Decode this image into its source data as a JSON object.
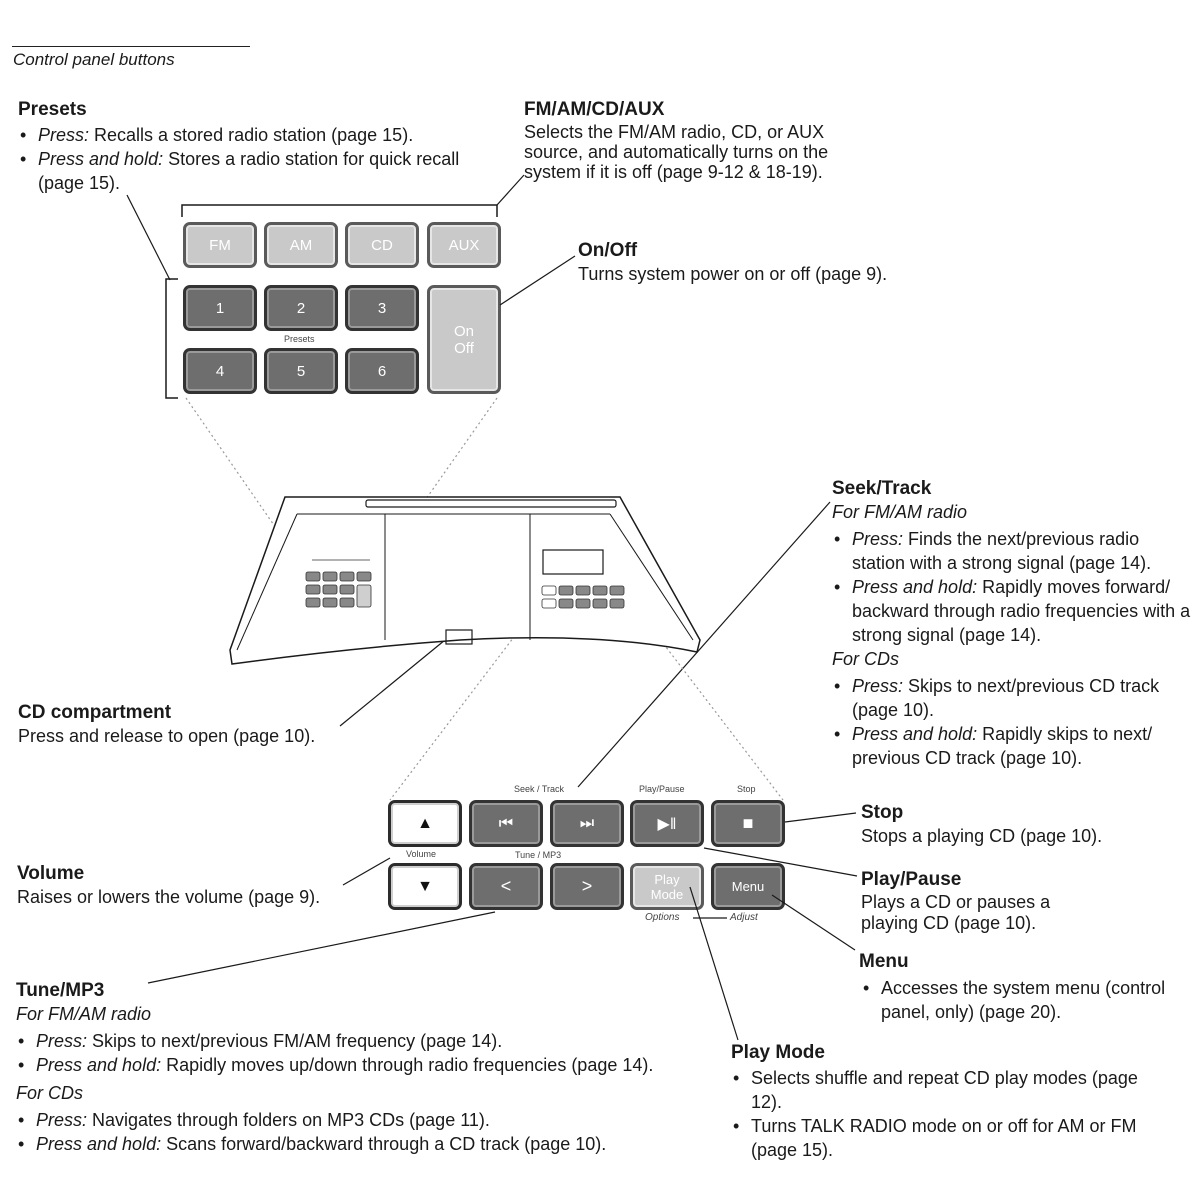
{
  "header": {
    "title": "Control panel buttons"
  },
  "presets": {
    "title": "Presets",
    "items": [
      {
        "label": "Press:",
        "text": " Recalls a stored radio station (page 15)."
      },
      {
        "label": "Press and hold:",
        "text": " Stores a radio station for quick recall (page 15)."
      }
    ]
  },
  "source": {
    "title": "FM/AM/CD/AUX",
    "text": "Selects the FM/AM radio, CD, or AUX source, and automatically turns on the system if it is off (page 9-12 & 18-19)."
  },
  "onoff": {
    "title": "On/Off",
    "text": "Turns system power on or off (page 9)."
  },
  "top_panel": {
    "source_buttons": [
      "FM",
      "AM",
      "CD",
      "AUX"
    ],
    "preset_buttons": [
      "1",
      "2",
      "3",
      "4",
      "5",
      "6"
    ],
    "presets_label": "Presets",
    "onoff_line1": "On",
    "onoff_line2": "Off"
  },
  "seek": {
    "title": "Seek/Track",
    "fm_sub": "For FM/AM radio",
    "fm_items": [
      {
        "label": "Press:",
        "text": " Finds the next/previous radio station with a strong signal (page 14)."
      },
      {
        "label": "Press and hold:",
        "text": " Rapidly moves forward/ backward through radio frequencies with a strong signal (page 14)."
      }
    ],
    "cd_sub": "For CDs",
    "cd_items": [
      {
        "label": "Press:",
        "text": " Skips to next/previous CD track (page 10)."
      },
      {
        "label": "Press and hold:",
        "text": " Rapidly skips to next/ previous CD track (page 10)."
      }
    ]
  },
  "cd_compartment": {
    "title": "CD compartment",
    "text": "Press and release to open (page 10)."
  },
  "volume": {
    "title": "Volume",
    "text": "Raises or lowers the volume (page 9)."
  },
  "bottom_panel": {
    "label_seek": "Seek / Track",
    "label_playpause": "Play/Pause",
    "label_stop": "Stop",
    "label_volume": "Volume",
    "label_tune": "Tune / MP3",
    "label_options": "Options",
    "label_adjust": "Adjust",
    "up": "▲",
    "down": "▼",
    "prev": "⏮",
    "next": "⏭",
    "playpause": "▶‖",
    "stop": "■",
    "tune_left": "<",
    "tune_right": ">",
    "playmode_line1": "Play",
    "playmode_line2": "Mode",
    "menu": "Menu"
  },
  "stop": {
    "title": "Stop",
    "text": "Stops a playing CD (page 10)."
  },
  "playpause": {
    "title": "Play/Pause",
    "text": "Plays a CD or pauses a playing CD (page 10)."
  },
  "menu": {
    "title": "Menu",
    "items": [
      {
        "text": "Accesses the system menu (control panel, only) (page 20)."
      }
    ]
  },
  "tune": {
    "title": "Tune/MP3",
    "fm_sub": "For FM/AM radio",
    "fm_items": [
      {
        "label": "Press:",
        "text": " Skips to next/previous FM/AM frequency (page 14)."
      },
      {
        "label": "Press and hold:",
        "text": " Rapidly moves up/down through radio frequencies (page 14)."
      }
    ],
    "cd_sub": "For CDs",
    "cd_items": [
      {
        "label": "Press:",
        "text": " Navigates through folders on MP3 CDs (page 11)."
      },
      {
        "label": "Press and hold:",
        "text": " Scans forward/backward through a CD track (page 10)."
      }
    ]
  },
  "playmode": {
    "title": "Play Mode",
    "items": [
      {
        "text": "Selects shuffle and repeat CD play modes (page 12)."
      },
      {
        "text": "Turns TALK RADIO mode on or off for AM or FM (page 15)."
      }
    ]
  },
  "colors": {
    "light_button": "#c9c9c9",
    "dark_button": "#6e6e6e",
    "line": "#1a1a1a"
  }
}
